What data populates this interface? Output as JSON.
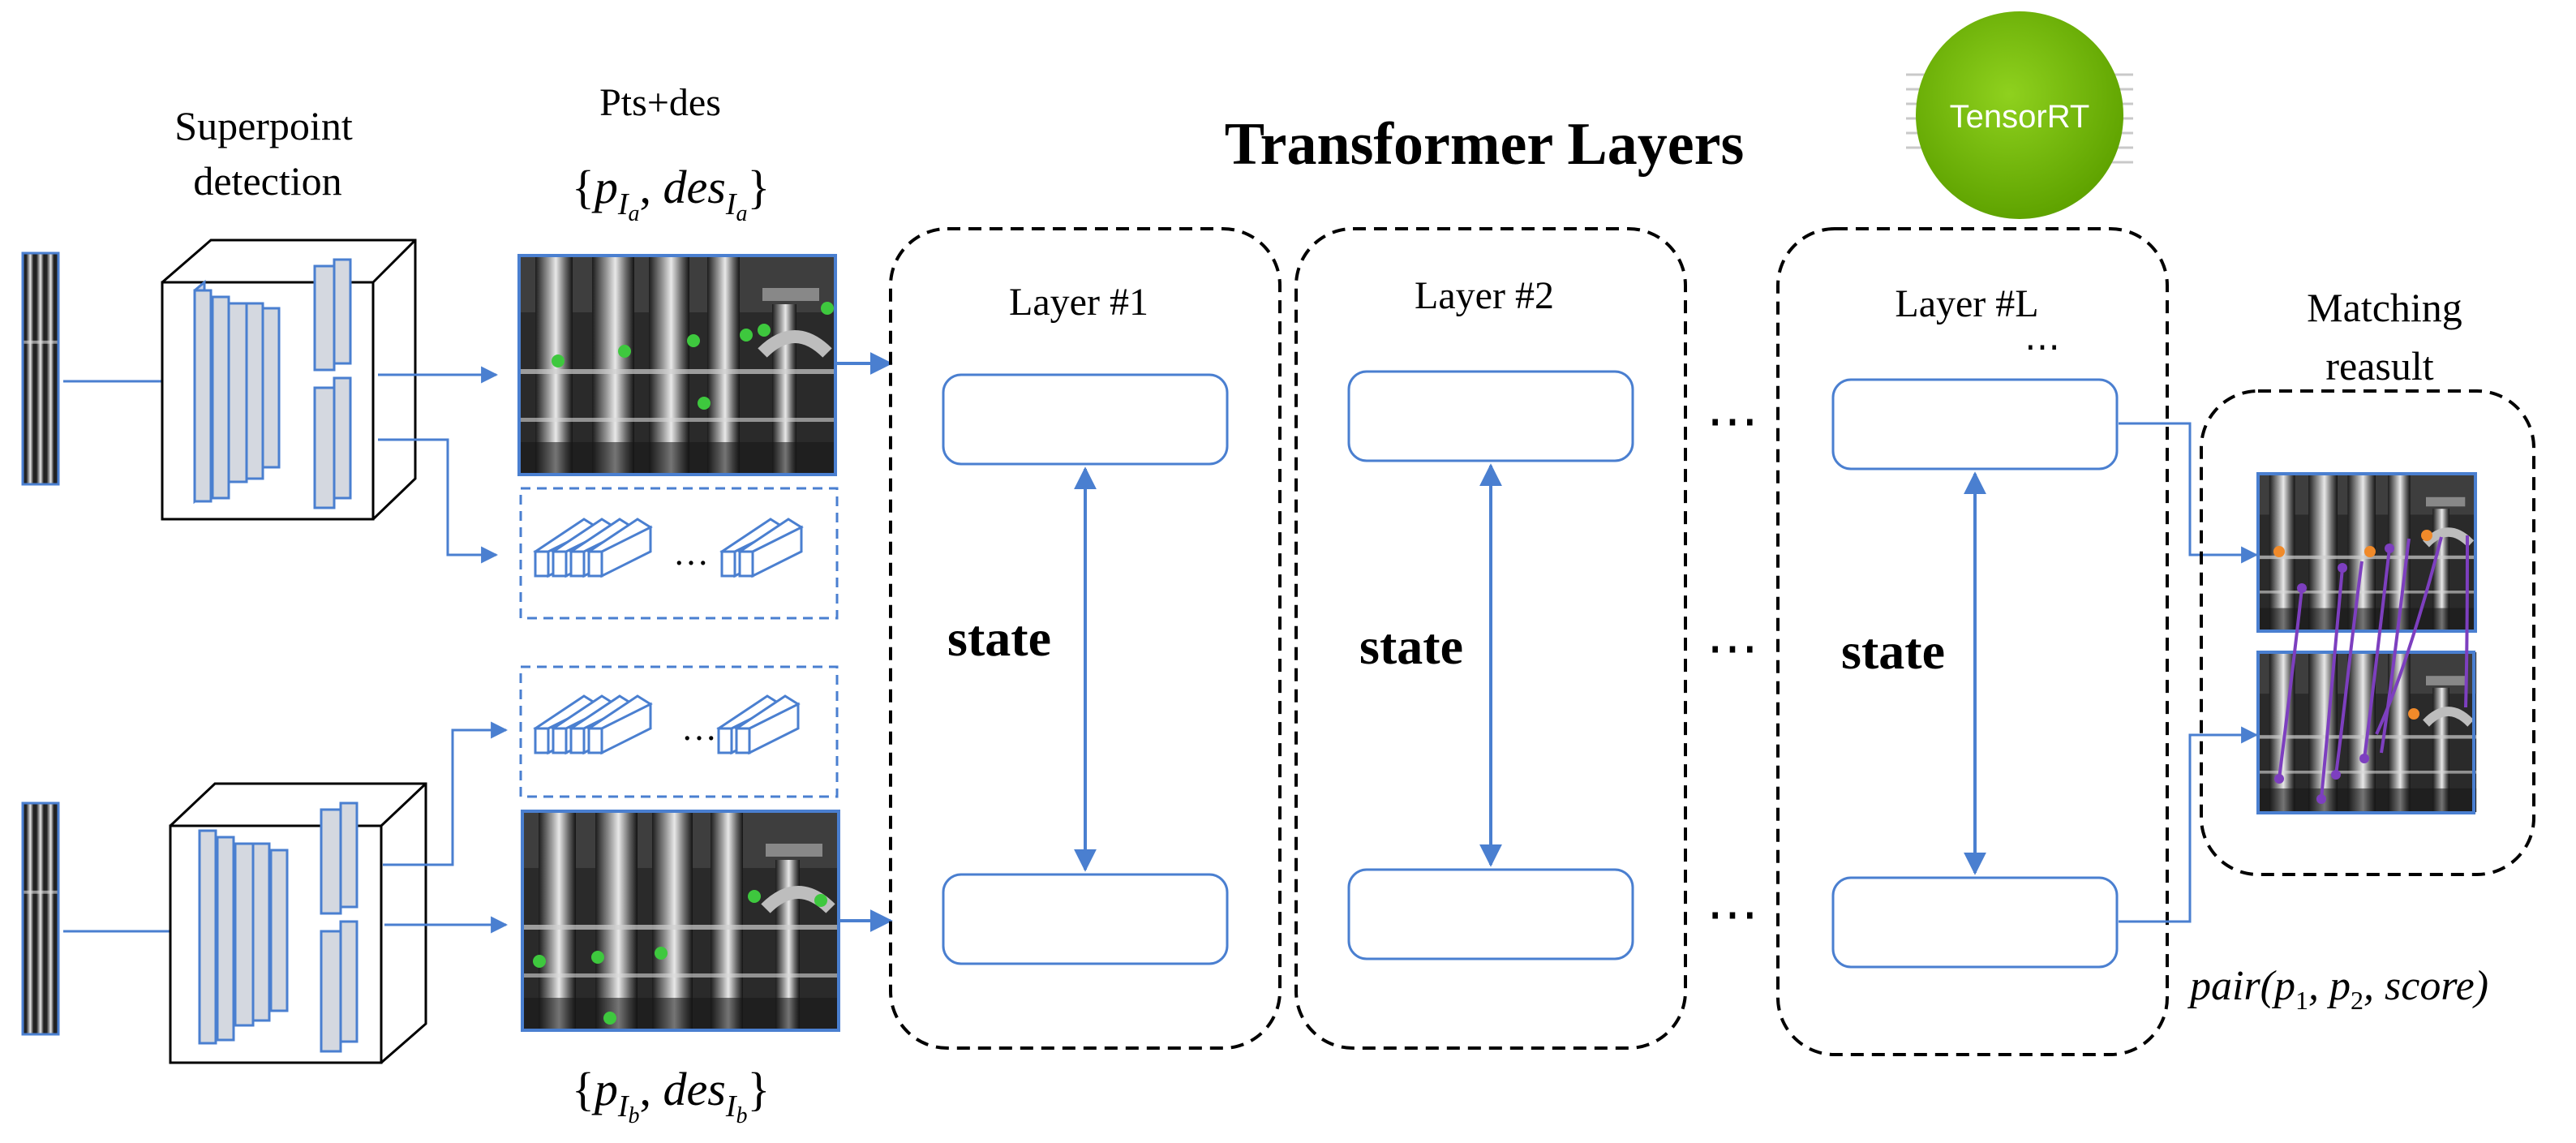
{
  "title": "Transformer Layers",
  "badge": {
    "label": "TensorRT",
    "color": "#76b900"
  },
  "colors": {
    "accent": "#4a7fd0",
    "keypoint": "#3ec83e",
    "match_point": "#f08a2a",
    "match_line": "#7d3fbf"
  },
  "labels": {
    "superpoint_line1": "Superpoint",
    "superpoint_line2": "detection",
    "pts_des": "Pts+des",
    "set_a": {
      "open": "{",
      "p": "p",
      "sep": ", ",
      "des": "des",
      "I": "I",
      "sub": "a",
      "close": "}"
    },
    "set_b": {
      "open": "{",
      "p": "p",
      "sep": ", ",
      "des": "des",
      "I": "I",
      "sub": "b",
      "close": "}"
    },
    "ellipsis": "…",
    "layer_ellipsis": "⋯",
    "matching_line1": "Matching",
    "matching_line2": "reasult",
    "pair": {
      "pre": "pair(",
      "p1": "p",
      "s1": "1",
      "mid": ", p",
      "s2": "2",
      "post": ", score)"
    }
  },
  "layers": [
    {
      "label": "Layer #1",
      "state": "state"
    },
    {
      "label": "Layer #2",
      "state": "state"
    },
    {
      "label": "Layer #L",
      "state": "state",
      "dots": "⋯"
    }
  ]
}
